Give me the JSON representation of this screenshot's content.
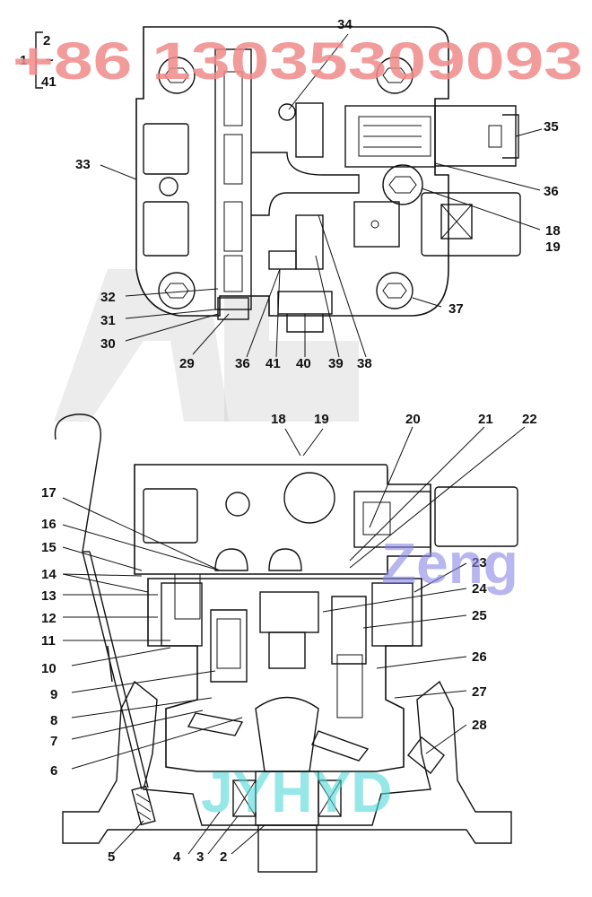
{
  "diagram": {
    "range_label": {
      "first": "1",
      "top": "2",
      "tilde": "~",
      "bottom": "41"
    },
    "watermarks": {
      "phone": "+86 13035309093",
      "brand_mid": "Zeng",
      "brand_bottom": "JYHYD"
    },
    "upper_view_callouts": [
      "34",
      "35",
      "33",
      "36",
      "18",
      "19",
      "32",
      "37",
      "31",
      "30",
      "29",
      "36",
      "41",
      "40",
      "39",
      "38"
    ],
    "lower_view_callouts": [
      "18",
      "19",
      "20",
      "21",
      "22",
      "17",
      "16",
      "15",
      "14",
      "13",
      "12",
      "11",
      "10",
      "9",
      "8",
      "7",
      "6",
      "5",
      "4",
      "3",
      "2",
      "23",
      "24",
      "25",
      "26",
      "27",
      "28"
    ]
  }
}
